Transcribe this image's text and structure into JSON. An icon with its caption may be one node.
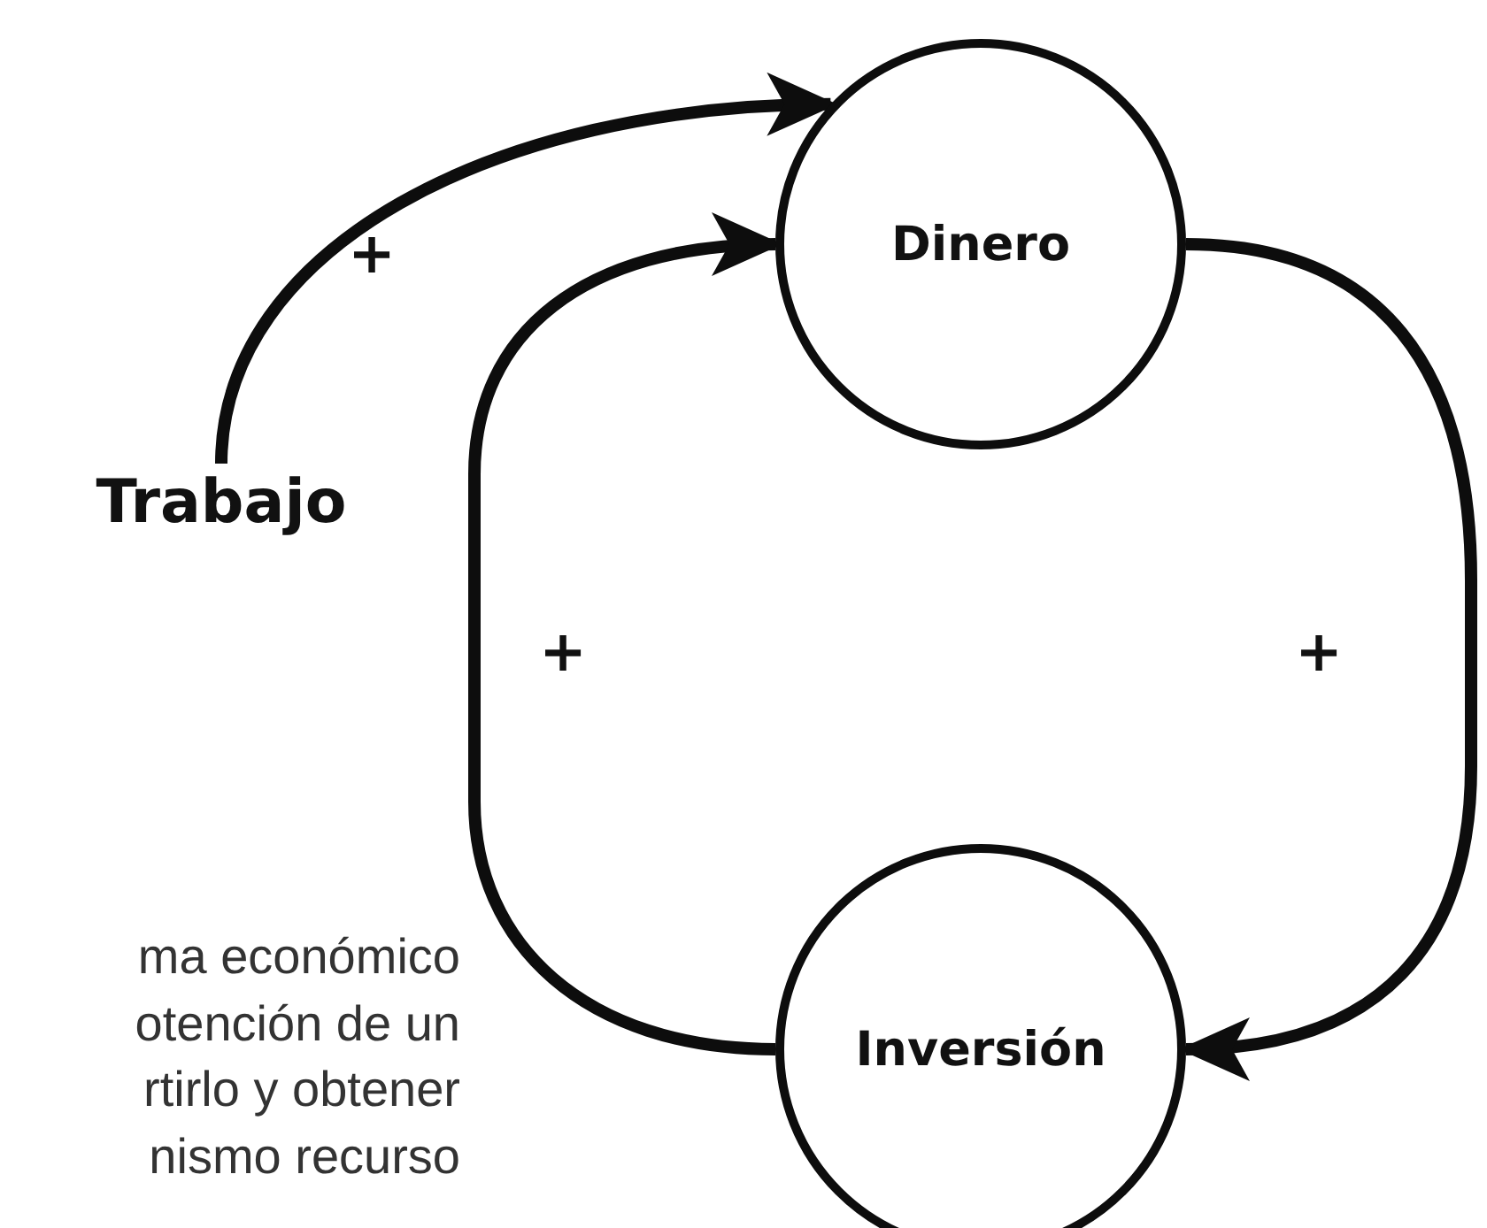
{
  "diagram": {
    "nodes": [
      {
        "text": [
          "Dinero"
        ]
      },
      {
        "text": [
          "Inversión"
        ]
      },
      {
        "text": [
          "Trabajo"
        ]
      }
    ],
    "edges": [
      {
        "from": 2,
        "to": 0,
        "arrow": "to",
        "label": "+"
      },
      {
        "from": 1,
        "to": 0,
        "arrow": "to",
        "label": "+"
      },
      {
        "from": 0,
        "to": 1,
        "arrow": "to",
        "label": "+"
      }
    ],
    "labels": [
      "ma económico",
      "otención de un",
      "rtirlo y obtener",
      "nismo recurso"
    ]
  }
}
